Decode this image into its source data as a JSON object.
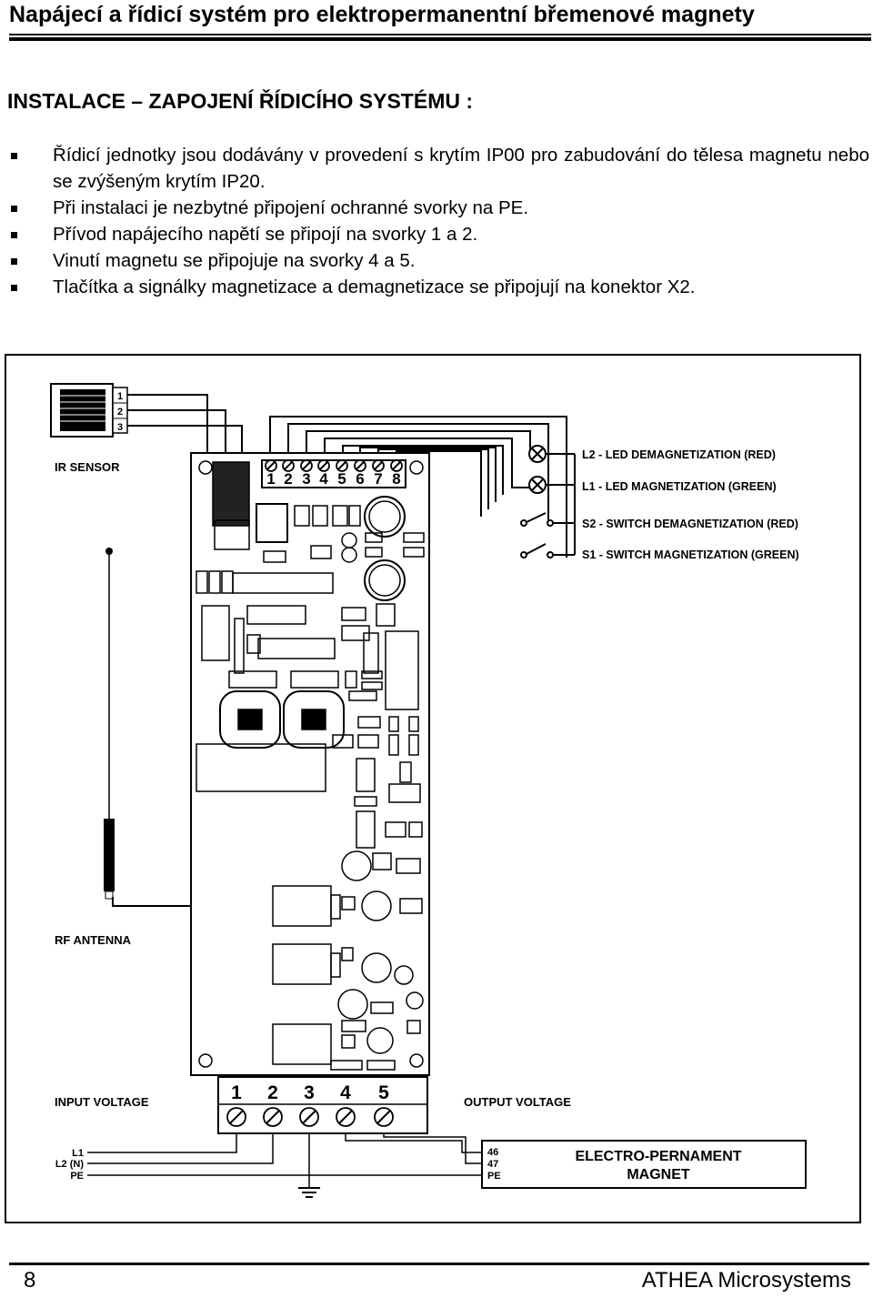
{
  "header": {
    "title": "Napájecí a řídicí systém pro elektropermanentní břemenové magnety"
  },
  "section": {
    "title": "INSTALACE – ZAPOJENÍ ŘÍDICÍHO SYSTÉMU :"
  },
  "bullets": [
    "Řídicí jednotky jsou dodávány v provedení s krytím IP00 pro zabudování do tělesa magnetu nebo se zvýšeným krytím IP20.",
    "Při instalaci je nezbytné připojení ochranné svorky na PE.",
    "Přívod napájecího napětí se připojí na svorky 1 a 2.",
    "Vinutí magnetu se připojuje na svorky 4 a 5.",
    "Tlačítka a signálky magnetizace a demagnetizace se připojují na konektor X2."
  ],
  "diagram": {
    "ir_sensor_label": "IR SENSOR",
    "ir_sensor_pins": [
      "1",
      "2",
      "3"
    ],
    "rf_antenna_label": "RF ANTENNA",
    "x2_pins": [
      "1",
      "2",
      "3",
      "4",
      "5",
      "6",
      "7",
      "8"
    ],
    "signals": [
      "L2 - LED DEMAGNETIZATION (RED)",
      "L1 - LED MAGNETIZATION (GREEN)",
      "S2 - SWITCH DEMAGNETIZATION (RED)",
      "S1 - SWITCH MAGNETIZATION (GREEN)"
    ],
    "terminals": [
      "1",
      "2",
      "3",
      "4",
      "5"
    ],
    "input_voltage_label": "INPUT VOLTAGE",
    "output_voltage_label": "OUTPUT VOLTAGE",
    "input_lines": [
      "L1",
      "L2 (N)",
      "PE"
    ],
    "output_lines": [
      "46",
      "47",
      "PE"
    ],
    "magnet_label_line1": "ELECTRO-PERNAMENT",
    "magnet_label_line2": "MAGNET"
  },
  "footer": {
    "page_number": "8",
    "publisher": "ATHEA Microsystems"
  }
}
